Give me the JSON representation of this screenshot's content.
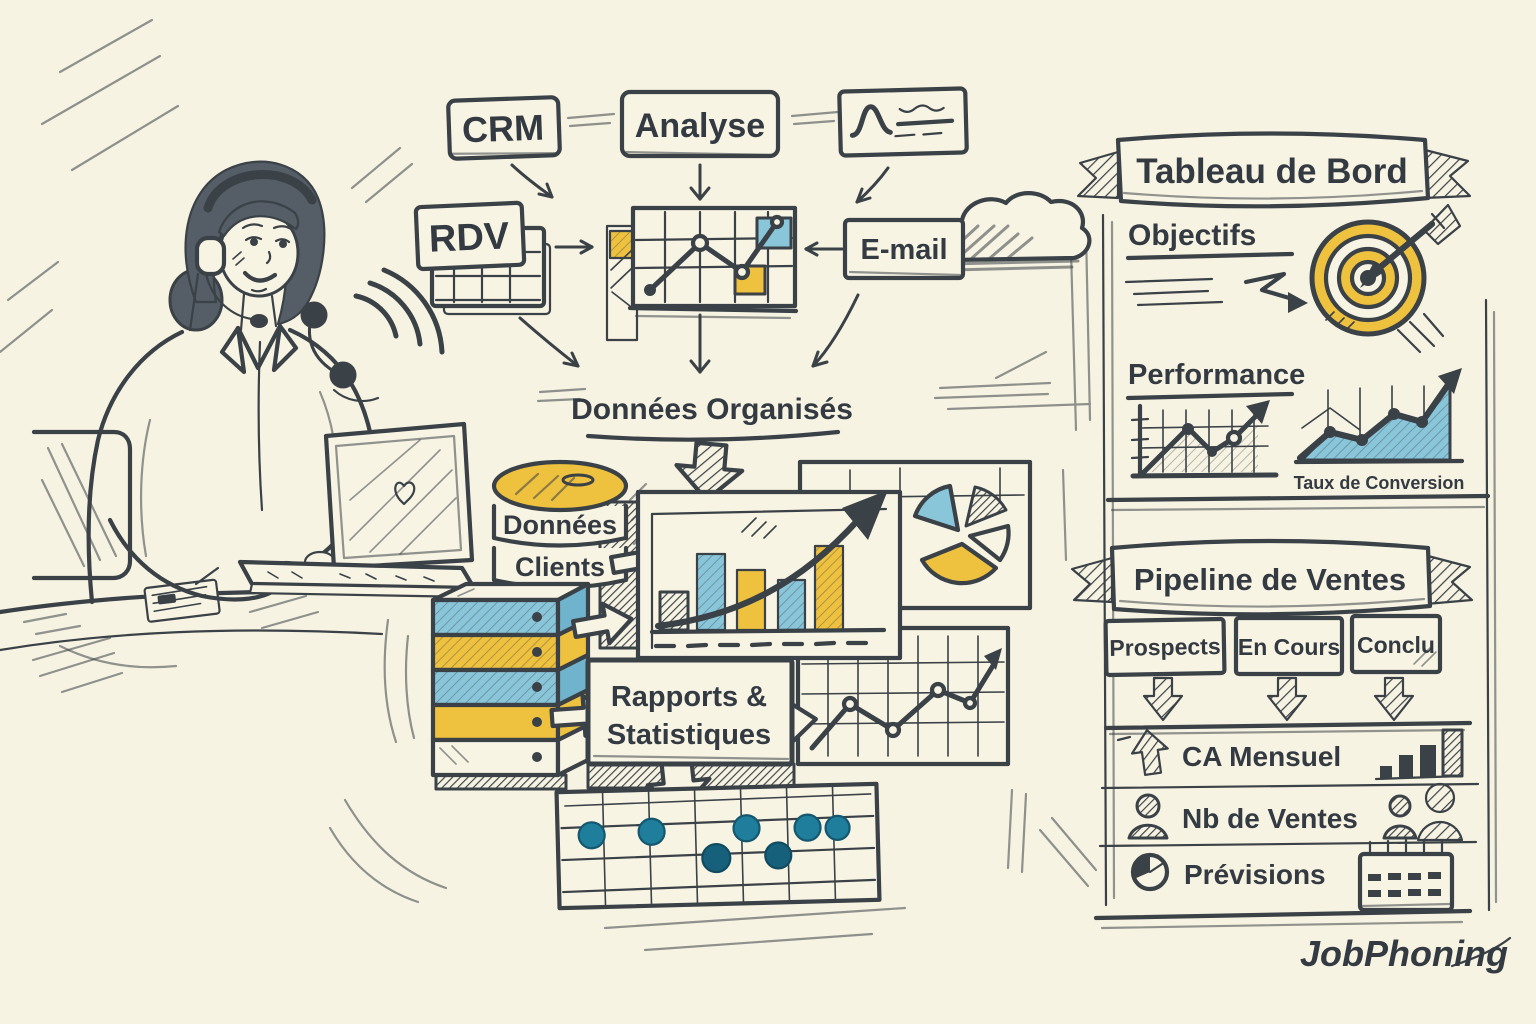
{
  "palette": {
    "paper": "#f7f3e2",
    "ink": "#3a4147",
    "yellow": "#eec13f",
    "blue": "#8ac6da",
    "teal": "#1f7e9b",
    "teal_dark": "#17607b"
  },
  "flowchart": {
    "crm": "CRM",
    "analyse": "Analyse",
    "rdv": "RDV",
    "email": "E-mail",
    "organized": "Données Organisés",
    "db_line1": "Données",
    "db_line2": "Clients",
    "reports_line1": "Rapports &",
    "reports_line2": "Statistiques"
  },
  "dashboard": {
    "title": "Tableau de Bord",
    "objectives": "Objectifs",
    "performance": "Performance",
    "conversion": "Taux de Conversion"
  },
  "pipeline": {
    "title": "Pipeline de Ventes",
    "stages": [
      {
        "label": "Prospects"
      },
      {
        "label": "En Cours"
      },
      {
        "label": "Conclu"
      }
    ],
    "metrics": [
      {
        "label": "CA Mensuel"
      },
      {
        "label": "Nb de Ventes"
      },
      {
        "label": "Prévisions"
      }
    ]
  },
  "brand": {
    "logo": "JobPhoning"
  },
  "icons": [
    "headset-icon",
    "phone-handset-icon",
    "sound-waves-icon",
    "cloud-icon",
    "chart-sketch-icon",
    "database-icon",
    "archive-stack-icon",
    "bar-chart-icon",
    "pie-chart-icon",
    "line-chart-icon",
    "dot-grid-chart-icon",
    "target-icon",
    "dart-icon",
    "zigzag-arrow-icon",
    "mountain-chart-icon",
    "area-chart-icon",
    "up-arrow-icon",
    "mini-bars-icon",
    "person-icon",
    "people-icon",
    "pie-clock-icon",
    "calendar-icon",
    "laptop-icon",
    "heart-icon"
  ]
}
